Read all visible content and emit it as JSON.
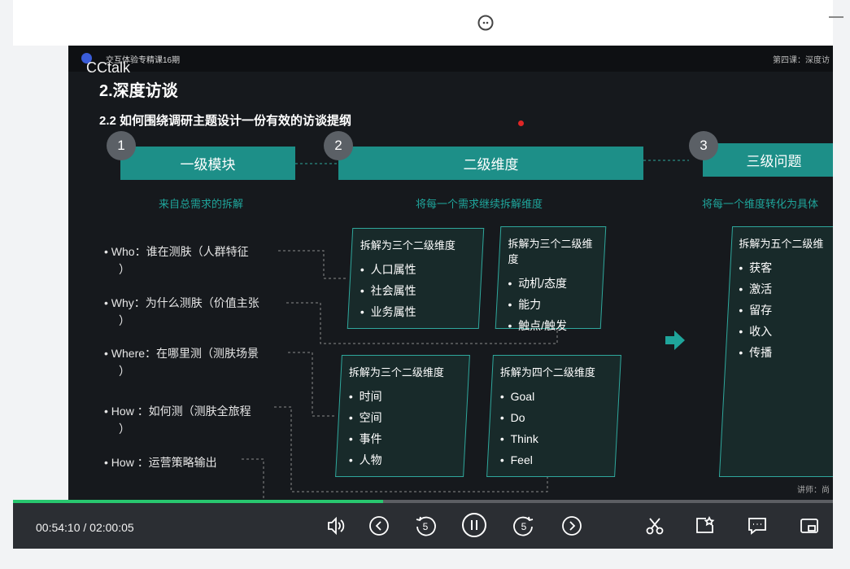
{
  "slide": {
    "course_title": "交互体验专精课16期",
    "app_watermark": "CCtalk",
    "lesson_label": "第四课：深度访",
    "title": "2.深度访谈",
    "subtitle": "2.2 如何围绕调研主题设计一份有效的访谈提纲",
    "columns": [
      {
        "number": "1",
        "header": "一级模块",
        "desc": "来自总需求的拆解"
      },
      {
        "number": "2",
        "header": "二级维度",
        "desc": "将每一个需求继续拆解维度"
      },
      {
        "number": "3",
        "header": "三级问题",
        "desc": "将每一个维度转化为具体"
      }
    ],
    "left_items": [
      {
        "line1": "• Who：谁在测肤（人群特征",
        "line2": "）"
      },
      {
        "line1": "• Why：为什么测肤（价值主张",
        "line2": "）"
      },
      {
        "line1": "• Where：在哪里测（测肤场景",
        "line2": "）"
      },
      {
        "line1": "• How ：如何测（测肤全旅程",
        "line2": "）"
      },
      {
        "line1": "• How ：运营策略输出",
        "line2": ""
      }
    ],
    "boxes": [
      {
        "title": "拆解为三个二级维度",
        "items": [
          "人口属性",
          "社会属性",
          "业务属性"
        ]
      },
      {
        "title": "拆解为三个二级维度",
        "items": [
          "动机/态度",
          "能力",
          "触点/触发"
        ]
      },
      {
        "title": "拆解为三个二级维度",
        "items": [
          "时间",
          "空间",
          "事件",
          "人物"
        ]
      },
      {
        "title": "拆解为四个二级维度",
        "items": [
          "Goal",
          "Do",
          "Think",
          "Feel"
        ]
      },
      {
        "title": "拆解为五个二级维",
        "items": [
          "获客",
          "激活",
          "留存",
          "收入",
          "传播"
        ]
      }
    ],
    "lecturer": "讲师：尚"
  },
  "player": {
    "current_time": "00:54:10",
    "separator": "/",
    "total_time": "02:00:05",
    "progress_fraction": 0.451,
    "buffered_fraction": 0.75,
    "colors": {
      "progress": "#28c76f",
      "accent": "#1d8f88",
      "control_bar": "#2b2e33"
    },
    "icons": [
      "volume-icon",
      "previous-icon",
      "rewind-5-icon",
      "pause-icon",
      "forward-5-icon",
      "next-icon",
      "scissors-icon",
      "pin-window-icon",
      "danmaku-icon",
      "mini-window-icon"
    ]
  }
}
